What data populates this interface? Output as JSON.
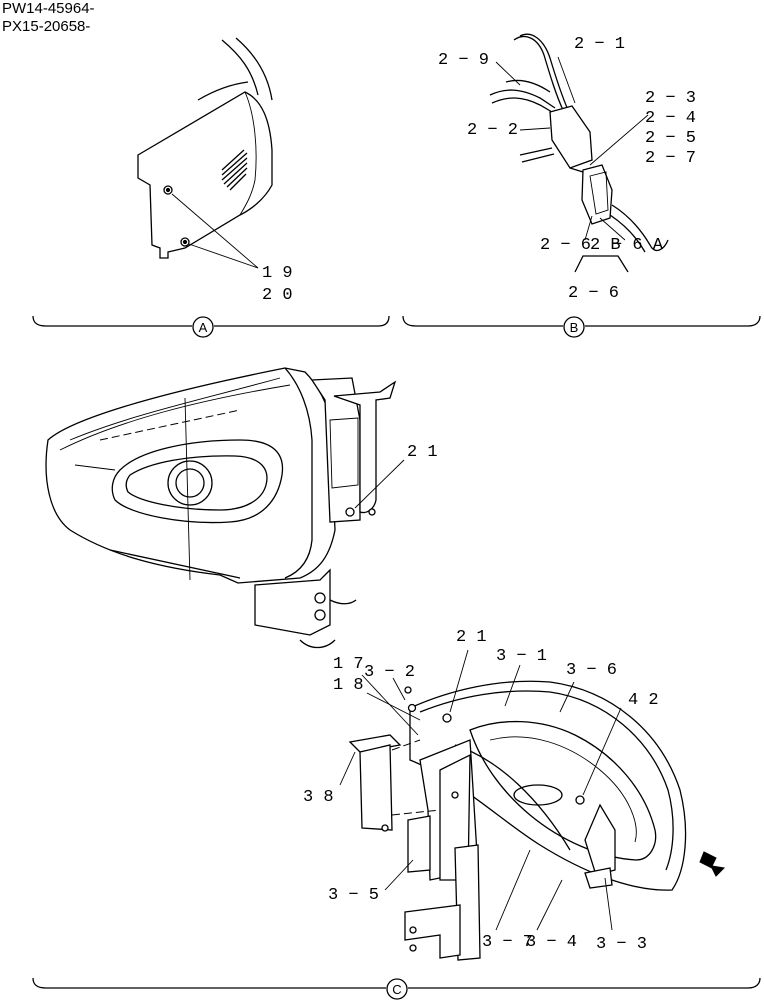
{
  "serials": [
    "PW14-45964-",
    "PX15-20658-"
  ],
  "views": {
    "a": {
      "letter": "A",
      "callouts": [
        "1 9",
        "2 0"
      ]
    },
    "b": {
      "letter": "B",
      "callouts": [
        "2 − 1",
        "2 − 9",
        "2 − 2",
        "2 − 3",
        "2 − 4",
        "2 − 5",
        "2 − 7",
        "2 − 6",
        "2 B",
        "− 6 A",
        "2 − 6"
      ]
    },
    "c": {
      "letter": "C",
      "callouts": [
        "2 1",
        "2 1",
        "3 − 1",
        "3 − 6",
        "1 7",
        "3 − 2",
        "1 8",
        "4 2",
        "3 8",
        "3 − 5",
        "3 − 7",
        "3 − 4",
        "3 − 3"
      ]
    }
  }
}
